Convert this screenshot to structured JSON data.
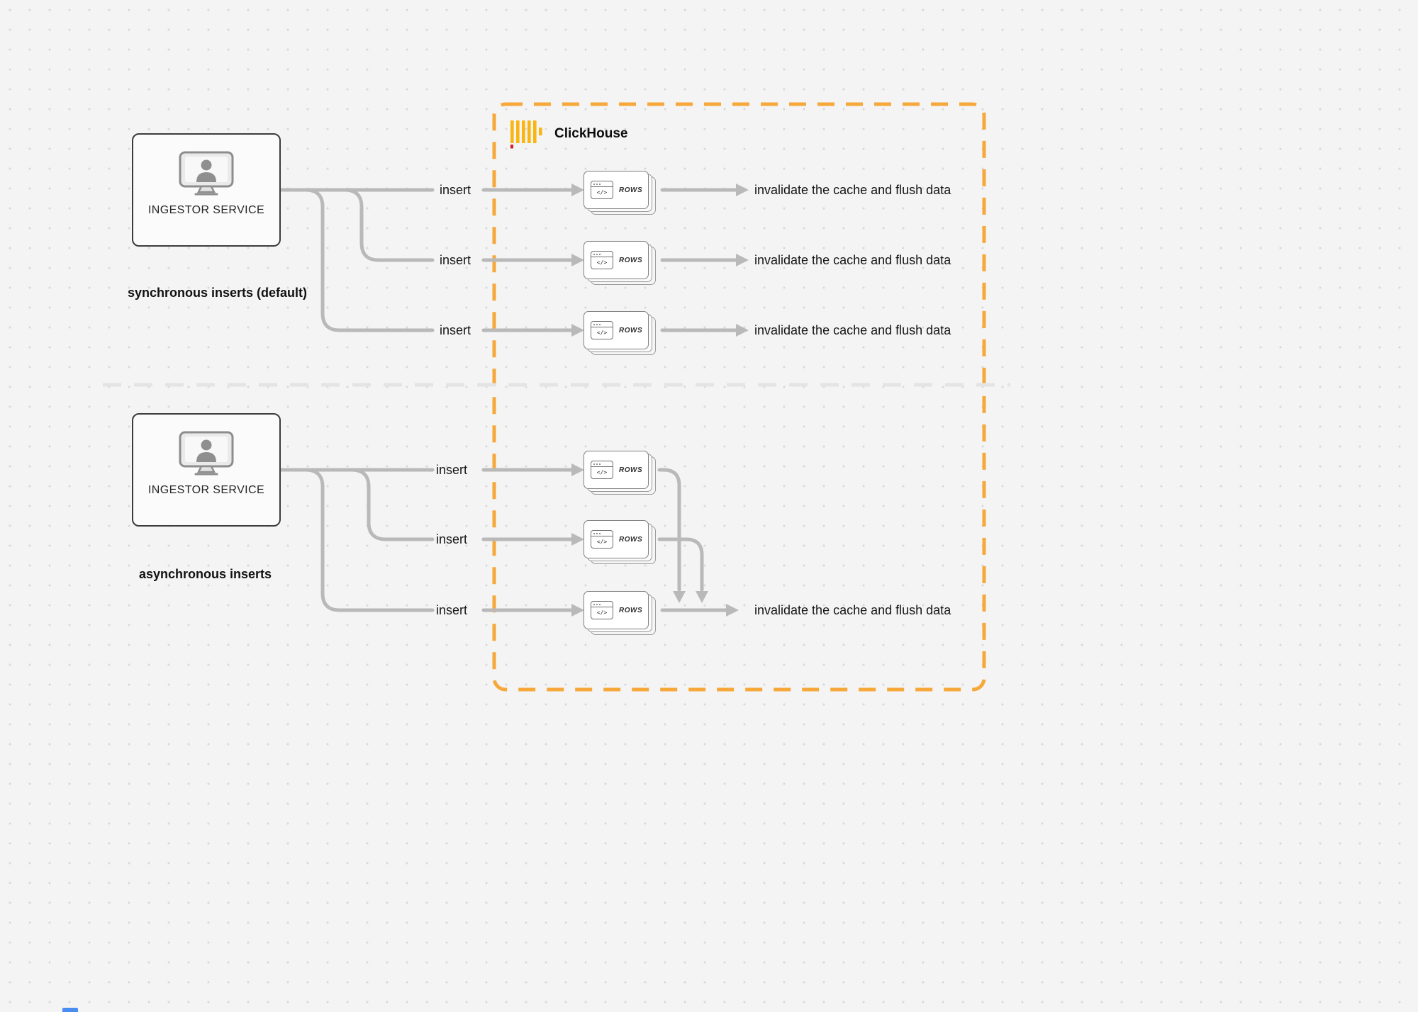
{
  "colors": {
    "background": "#f4f4f4",
    "dot_grid": "#dadada",
    "wire_gray": "#b9b9b9",
    "clickhouse_boundary_orange": "#F6A83B",
    "section_divider_gray": "#e4e4e4",
    "text": "#161616",
    "clickhouse_logo_yellow": "#F9B512",
    "clickhouse_logo_red": "#D41F26"
  },
  "clickhouse": {
    "name": "ClickHouse"
  },
  "rows_card": {
    "label": "ROWS",
    "glyph": "</>"
  },
  "sync": {
    "service": "INGESTOR SERVICE",
    "caption": "synchronous inserts (default)",
    "inserts": [
      "insert",
      "insert",
      "insert"
    ],
    "outcomes": [
      "invalidate the cache and flush data",
      "invalidate the cache and flush data",
      "invalidate the cache and flush data"
    ]
  },
  "async": {
    "service": "INGESTOR SERVICE",
    "caption": "asynchronous inserts",
    "inserts": [
      "insert",
      "insert",
      "insert"
    ],
    "outcome": "invalidate the cache and flush data"
  }
}
